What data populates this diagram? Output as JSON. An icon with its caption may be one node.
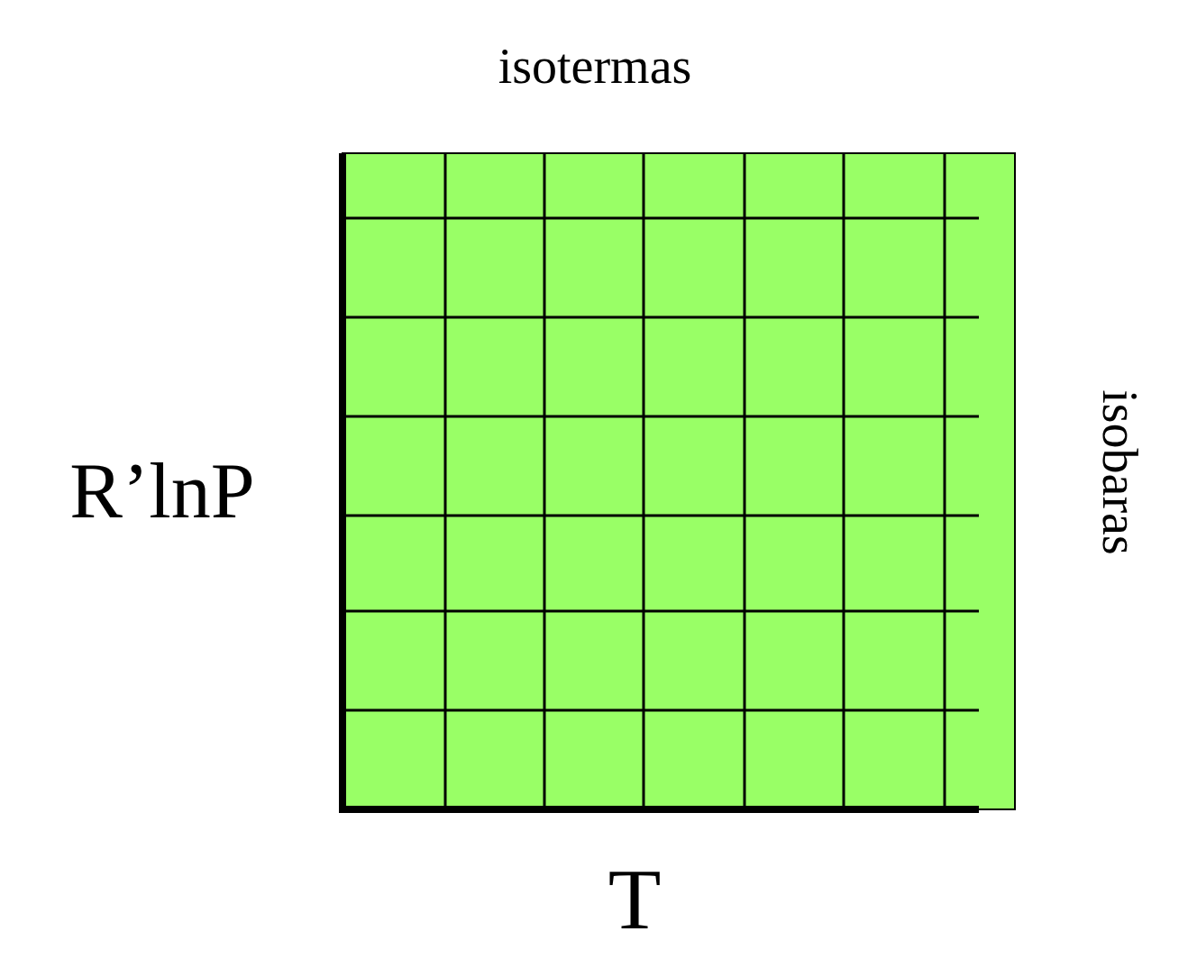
{
  "diagram": {
    "labels": [
      "isotermas",
      "R’lnP",
      "isobaras",
      "T"
    ]
  }
}
